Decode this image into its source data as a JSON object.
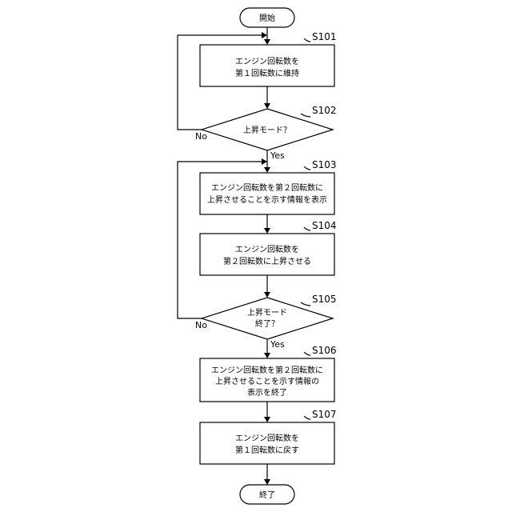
{
  "flowchart": {
    "start": {
      "text": "開始"
    },
    "end": {
      "text": "終了"
    },
    "steps": [
      {
        "id": "S101",
        "lines": [
          "エンジン回転数を",
          "第１回転数に維持"
        ]
      },
      {
        "id": "S102",
        "lines": [
          "上昇モード？"
        ]
      },
      {
        "id": "S103",
        "lines": [
          "エンジン回転数を第２回転数に",
          "上昇させることを示す情報を表示"
        ]
      },
      {
        "id": "S104",
        "lines": [
          "エンジン回転数を",
          "第２回転数に上昇させる"
        ]
      },
      {
        "id": "S105",
        "lines": [
          "上昇モード",
          "終了？"
        ]
      },
      {
        "id": "S106",
        "lines": [
          "エンジン回転数を第２回転数に",
          "上昇させることを示す情報の",
          "表示を終了"
        ]
      },
      {
        "id": "S107",
        "lines": [
          "エンジン回転数を",
          "第１回転数に戻す"
        ]
      }
    ],
    "branch_labels": {
      "yes": "Yes",
      "no": "No"
    }
  }
}
